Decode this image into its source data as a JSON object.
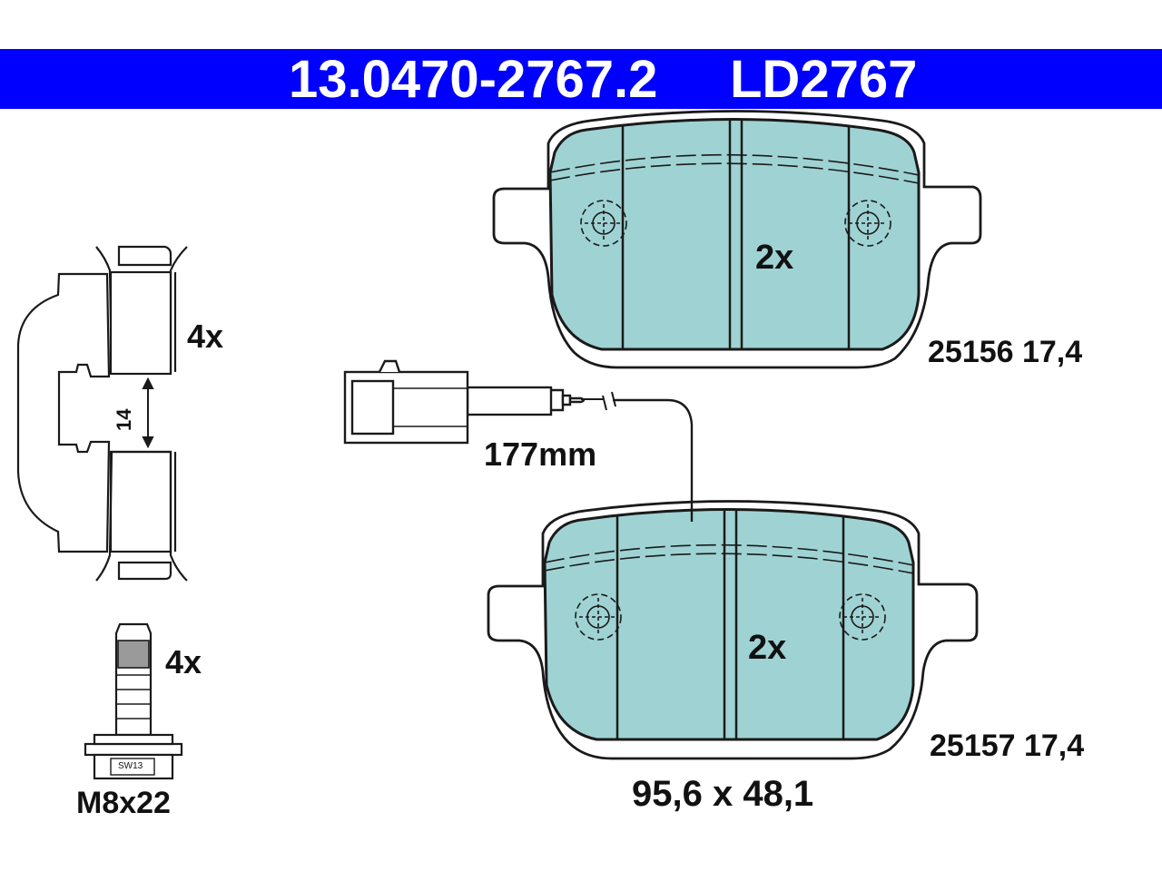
{
  "header": {
    "part_number": "13.0470-2767.2",
    "ld_number": "LD2767",
    "background_color": "#0000ff",
    "text_color": "#ffffff"
  },
  "colors": {
    "pad_fill": "#9fd2d3",
    "line": "#1a1a1a"
  },
  "clip": {
    "quantity": "4x",
    "dimension": "14"
  },
  "bolt": {
    "quantity": "4x",
    "wrench_size": "SW13",
    "size": "M8x22"
  },
  "sensor": {
    "cable_length": "177mm"
  },
  "pad_top": {
    "quantity": "2x",
    "spec": "25156 17,4"
  },
  "pad_bottom": {
    "quantity": "2x",
    "spec": "25157 17,4",
    "dimensions": "95,6 x 48,1"
  }
}
